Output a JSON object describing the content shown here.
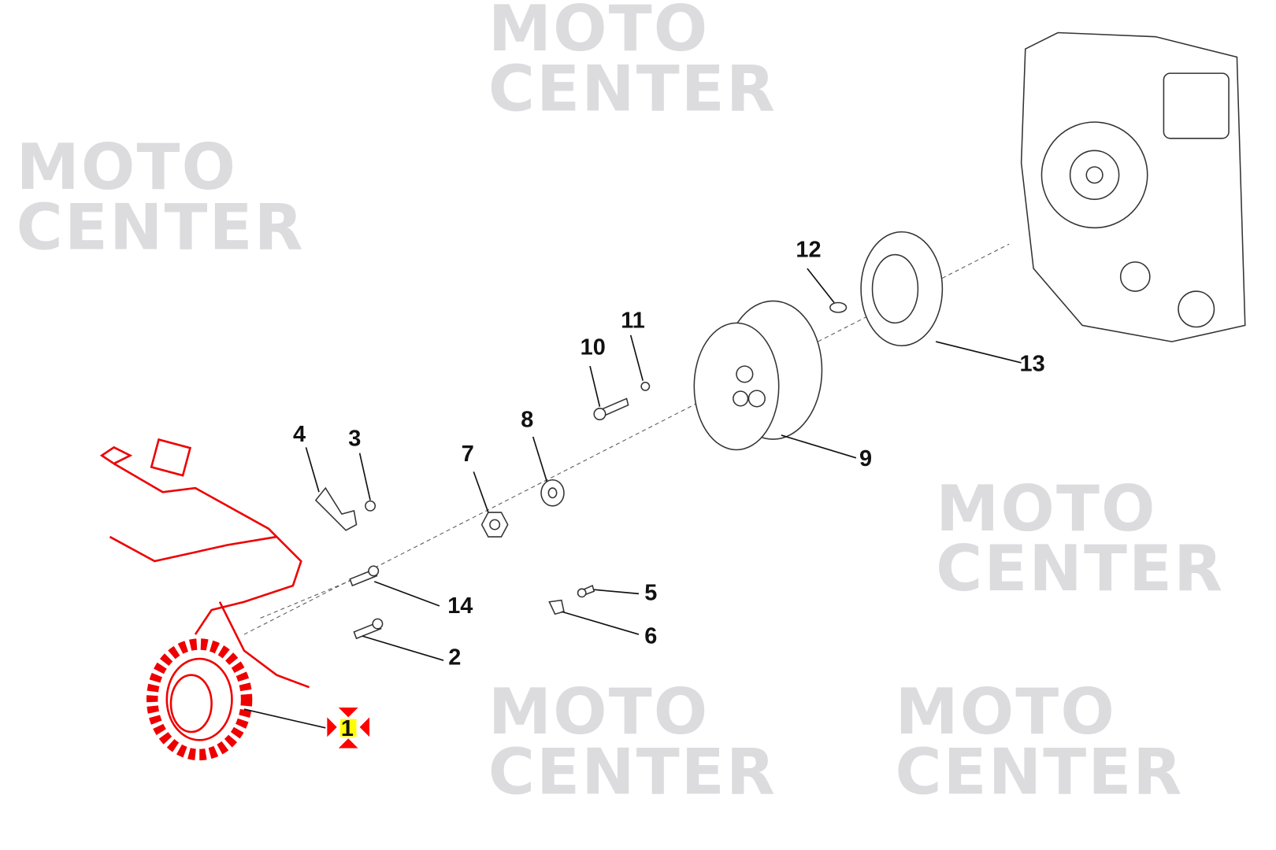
{
  "watermark": {
    "line1": "MOTO",
    "line2": "CENTER"
  },
  "colors": {
    "highlight": "#e00000",
    "marker": "#ff0000",
    "marker_label_bg": "#ffff00",
    "watermark": "#dcdcdf"
  },
  "callouts": {
    "c1": "1",
    "c2": "2",
    "c3": "3",
    "c4": "4",
    "c5": "5",
    "c6": "6",
    "c7": "7",
    "c8": "8",
    "c9": "9",
    "c10": "10",
    "c11": "11",
    "c12": "12",
    "c13": "13",
    "c14": "14"
  },
  "selected_part": "1"
}
